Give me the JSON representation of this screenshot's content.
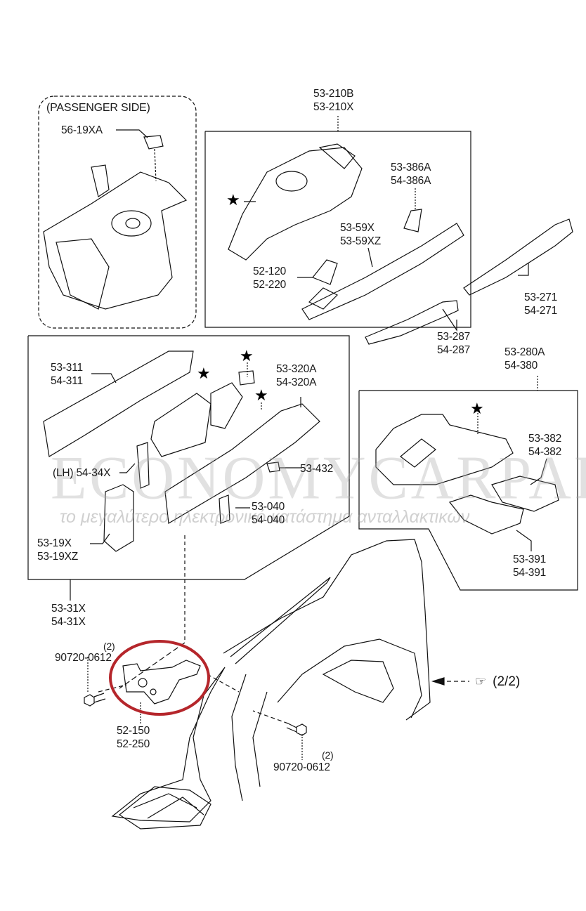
{
  "diagram": {
    "title": "Front body structure / fender parts diagram",
    "passenger_side_label": "(PASSENGER SIDE)",
    "watermark": {
      "main": "ECONOMYCARPARTS.gr",
      "sub": "το μεγαλύτερο ηλεκτρονικό κατάστημα ανταλλακτικών"
    },
    "highlight_color": "#b5262b",
    "line_color": "#111111",
    "page_ref": "(2/2)",
    "parts": {
      "p5619": [
        "56-19XA"
      ],
      "p53210": [
        "53-210B",
        "53-210X"
      ],
      "p53386": [
        "53-386A",
        "54-386A"
      ],
      "p5359": [
        "53-59X",
        "53-59XZ"
      ],
      "p52120": [
        "52-120",
        "52-220"
      ],
      "p53271": [
        "53-271",
        "54-271"
      ],
      "p53287": [
        "53-287",
        "54-287"
      ],
      "p53280": [
        "53-280A",
        "54-380"
      ],
      "p53311": [
        "53-311",
        "54-311"
      ],
      "p53320": [
        "53-320A",
        "54-320A"
      ],
      "p5434": [
        "(LH) 54-34X"
      ],
      "p53432": [
        "53-432"
      ],
      "p53040": [
        "53-040",
        "54-040"
      ],
      "p5319": [
        "53-19X",
        "53-19XZ"
      ],
      "p53382": [
        "53-382",
        "54-382"
      ],
      "p53391": [
        "53-391",
        "54-391"
      ],
      "p5331": [
        "53-31X",
        "54-31X"
      ],
      "bolt_left": {
        "qty": "(2)",
        "part": "90720-0612"
      },
      "p52150": [
        "52-150",
        "52-250"
      ],
      "bolt_right": {
        "qty": "(2)",
        "part": "90720-0612"
      }
    },
    "star_symbol": "★",
    "pointer_symbol": "☞"
  }
}
